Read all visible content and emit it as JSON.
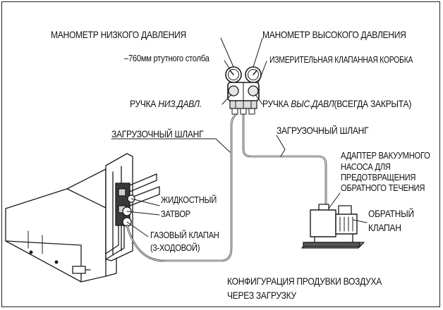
{
  "labels": {
    "low_gauge": "МАНОМЕТР НИЗКОГО ДАВЛЕНИЯ",
    "high_gauge": "МАНОМЕТР ВЫСОКОГО ДАВЛЕНИЯ",
    "vacuum_reading": "–760мм ртутного столба",
    "manifold": "ИЗМЕРИТЕЛЬНАЯ КЛАПАННАЯ КОРОБКА",
    "low_handle_prefix": "РУЧКА ",
    "low_handle_name": "НИЗ.ДАВЛ.",
    "high_handle_prefix": "РУЧКА ",
    "high_handle_name": "ВЫС.ДАВЛ",
    "high_handle_note": "(ВСЕГДА ЗАКРЫТА)",
    "charging_hose_left": "ЗАГРУЗОЧНЫЙ ШЛАНГ",
    "charging_hose_right": "ЗАГРУЗОЧНЫЙ ШЛАНГ",
    "adapter_line1": "АДАПТЕР ВАКУУМНОГО",
    "adapter_line2": "НАСОСА ДЛЯ",
    "adapter_line3": "ПРЕДОТВРАЩЕНИЯ",
    "adapter_line4": "ОБРАТНОГО ТЕЧЕНИЯ",
    "check_valve_line1": "ОБРАТНЫЙ",
    "check_valve_line2": "КЛАПАН",
    "liquid_valve_line1": "ЖИДКОСТНЫЙ",
    "liquid_valve_line2": "ЗАТВОР",
    "gas_valve_line1": "ГАЗОВЫЙ КЛАПАН",
    "gas_valve_line2": "(3-ХОДОВОЙ)",
    "caption_line1": "КОНФИГУРАЦИЯ ПРОДУВКИ ВОЗДУХА",
    "caption_line2": "ЧЕРЕЗ ЗАГРУЗКУ"
  },
  "colors": {
    "line": "#1a1a1a",
    "fill_light": "#dcdcdc",
    "fill_mid": "#9a9a9a",
    "background": "#ffffff"
  }
}
